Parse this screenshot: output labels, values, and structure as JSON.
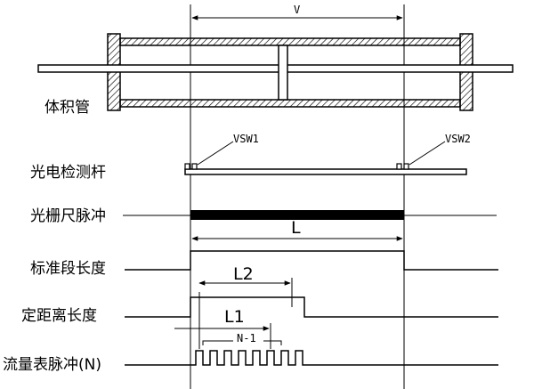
{
  "labels": {
    "volume": "V",
    "volume_tube": "体积管",
    "photo_rod": "光电检测杆",
    "grating_pulse": "光栅尺脉冲",
    "std_length": "标准段长度",
    "fixed_length": "定距离长度",
    "flow_pulse": "流量表脉冲(N)",
    "sw1": "VSW1",
    "sw2": "VSW2",
    "L": "L",
    "L1": "L1",
    "L2": "L2",
    "n_minus_1": "N-1"
  }
}
